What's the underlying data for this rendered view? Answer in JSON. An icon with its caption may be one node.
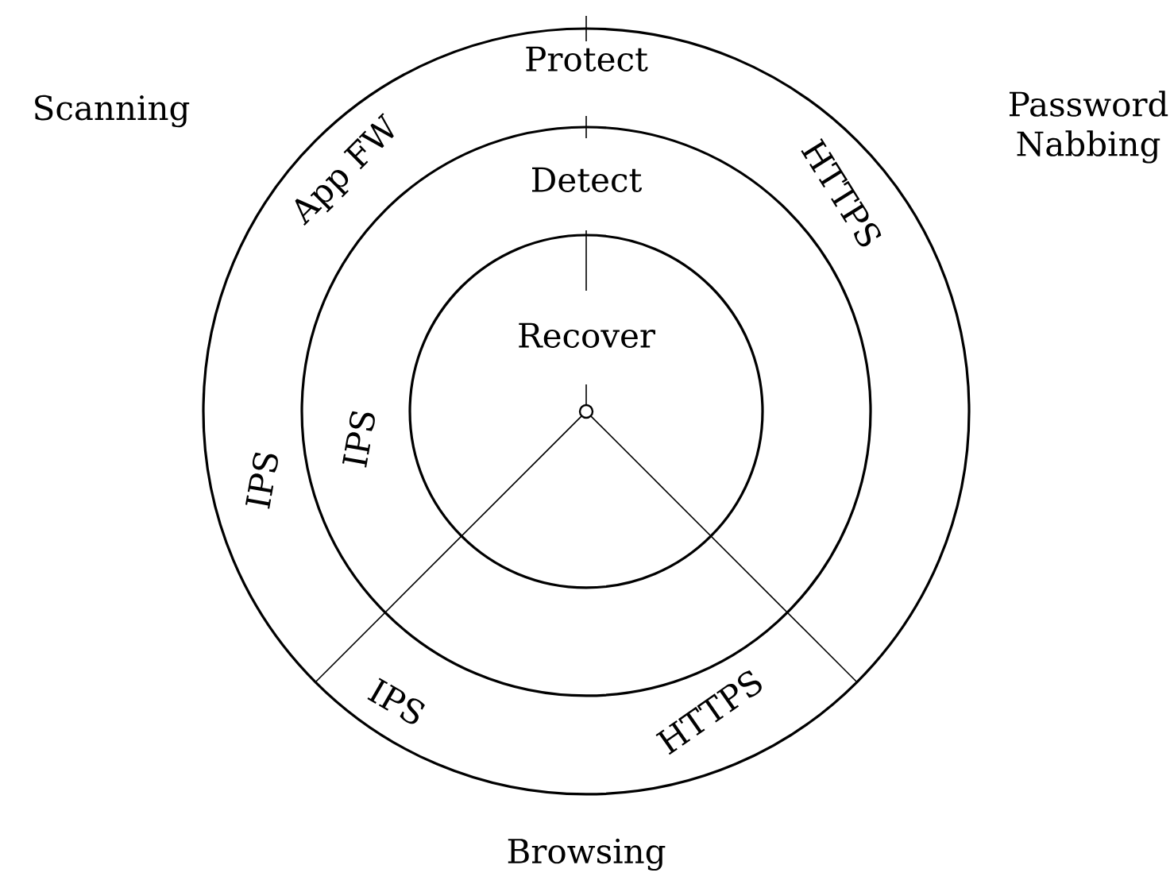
{
  "diagram": {
    "nodes": [
      {
        "text": [
          "Protect"
        ]
      },
      {
        "text": [
          "Detect"
        ],
        "in": 0
      },
      {
        "text": [
          "Recover"
        ],
        "in": 1
      }
    ],
    "labels": [
      "Scanning",
      "Password Nabbing",
      "App FW",
      "HTTPS",
      "IPS",
      "IPS",
      "IPS",
      "HTTPS",
      "Browsing"
    ]
  }
}
